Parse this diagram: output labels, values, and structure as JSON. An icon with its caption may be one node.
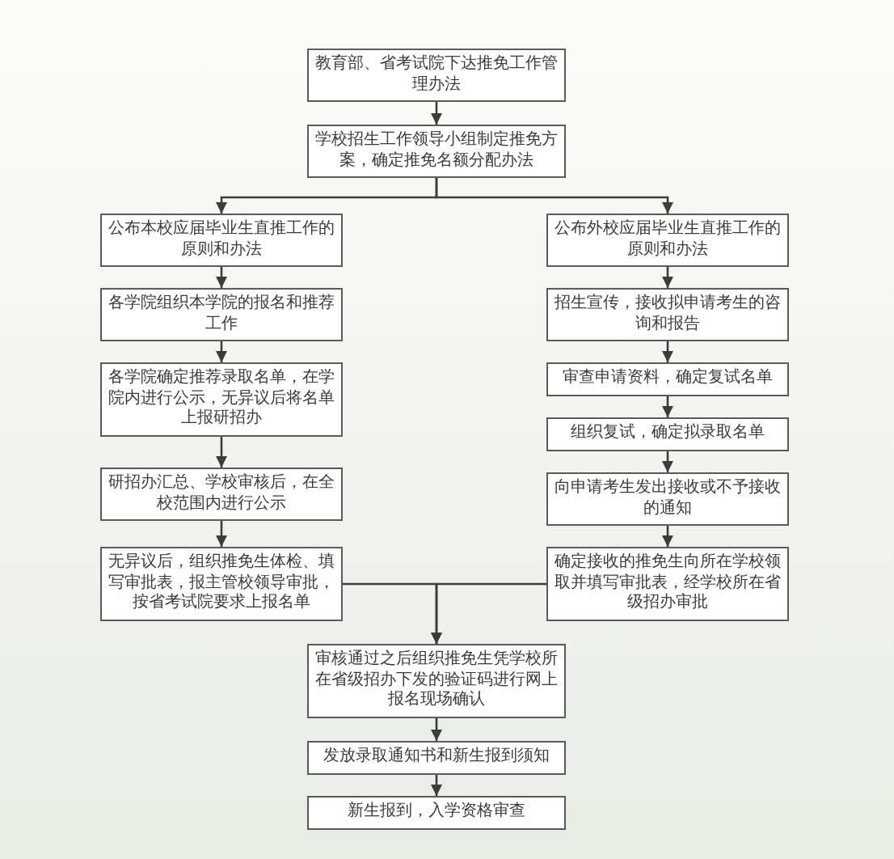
{
  "diagram": {
    "nodes": [
      {
        "text": [
          "教育部、省考试院下达推免工作管理办法"
        ]
      },
      {
        "text": [
          "学校招生工作领导小组制定推免方案，确定推免名额分配办法"
        ]
      },
      {
        "text": [
          "公布本校应届毕业生直推工作的原则和办法"
        ]
      },
      {
        "text": [
          "公布外校应届毕业生直推工作的原则和办法"
        ]
      },
      {
        "text": [
          "各学院组织本学院的报名和推荐工作"
        ]
      },
      {
        "text": [
          "各学院确定推荐录取名单，在学院内进行公示，无异议后将名单上报研招办"
        ]
      },
      {
        "text": [
          "研招办汇总、学校审核后，在全校范围内进行公示"
        ]
      },
      {
        "text": [
          "无异议后，组织推免生体检、填写审批表，报主管校领导审批，按省考试院要求上报名单"
        ]
      },
      {
        "text": [
          "招生宣传，接收拟申请考生的咨询和报告"
        ]
      },
      {
        "text": [
          "审查申请资料，确定复试名单"
        ]
      },
      {
        "text": [
          "组织复试，确定拟录取名单"
        ]
      },
      {
        "text": [
          "向申请考生发出接收或不予接收的通知"
        ]
      },
      {
        "text": [
          "确定接收的推免生向所在学校领取并填写审批表，经学校所在省级招办审批"
        ]
      },
      {
        "text": [
          "审核通过之后组织推免生凭学校所在省级招办下发的验证码进行网上报名现场确认"
        ]
      },
      {
        "text": [
          "发放录取通知书和新生报到须知"
        ]
      },
      {
        "text": [
          "新生报到，入学资格审查"
        ]
      }
    ],
    "edges": [
      {
        "from": 0,
        "to": 1,
        "arrow": "to"
      },
      {
        "from": 1,
        "to": 2,
        "arrow": "to"
      },
      {
        "from": 1,
        "to": 3,
        "arrow": "to"
      },
      {
        "from": 2,
        "to": 4,
        "arrow": "to"
      },
      {
        "from": 4,
        "to": 5,
        "arrow": "to"
      },
      {
        "from": 5,
        "to": 6,
        "arrow": "to"
      },
      {
        "from": 6,
        "to": 7,
        "arrow": "to"
      },
      {
        "from": 7,
        "to": 13,
        "arrow": "to"
      },
      {
        "from": 3,
        "to": 8,
        "arrow": "to"
      },
      {
        "from": 8,
        "to": 9,
        "arrow": "to"
      },
      {
        "from": 9,
        "to": 10,
        "arrow": "to"
      },
      {
        "from": 10,
        "to": 11,
        "arrow": "to"
      },
      {
        "from": 11,
        "to": 12,
        "arrow": "to"
      },
      {
        "from": 12,
        "to": 13,
        "arrow": "to"
      },
      {
        "from": 13,
        "to": 14,
        "arrow": "to"
      },
      {
        "from": 14,
        "to": 15,
        "arrow": "to"
      }
    ]
  }
}
